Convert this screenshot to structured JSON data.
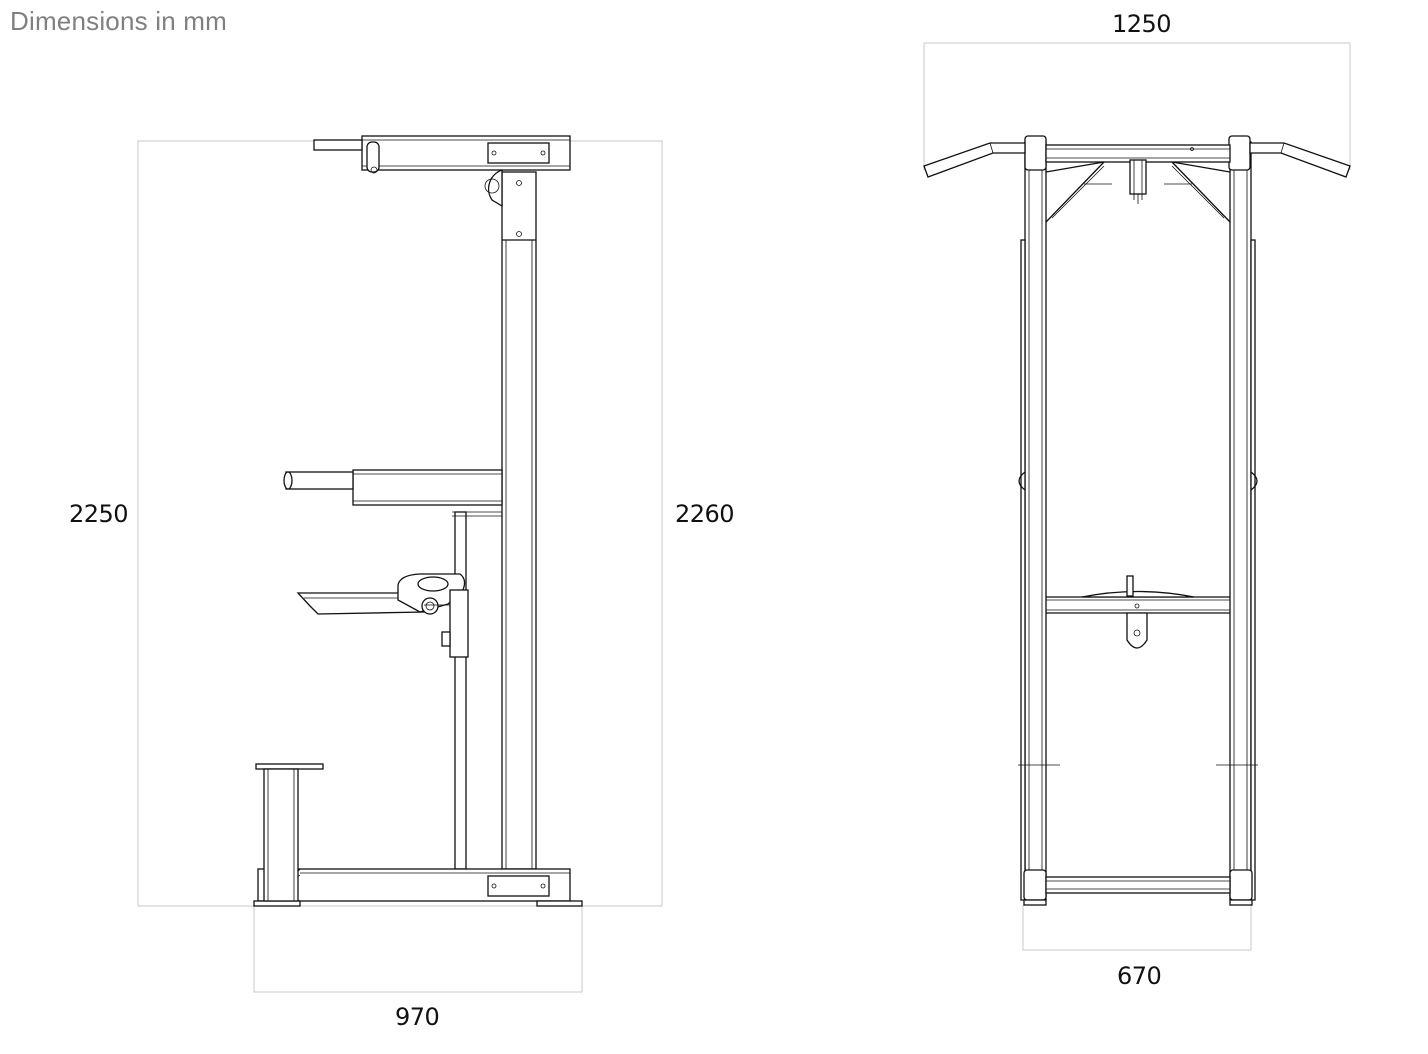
{
  "caption": "Dimensions in mm",
  "side_view": {
    "height_front": "2250",
    "height_back": "2260",
    "depth": "970"
  },
  "front_view": {
    "handle_width": "1250",
    "base_width": "670"
  },
  "colors": {
    "line": "#111111",
    "dimension_line": "#c9c9c9",
    "caption_text": "#808080"
  }
}
